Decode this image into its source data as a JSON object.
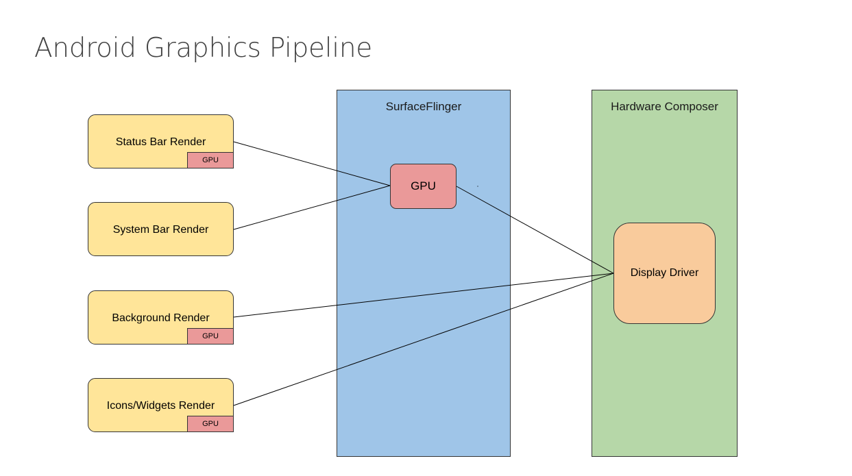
{
  "title": "Android Graphics Pipeline",
  "lanes": {
    "surfaceflinger": "SurfaceFlinger",
    "hardware_composer": "Hardware Composer"
  },
  "renders": [
    {
      "label": "Status Bar Render",
      "gpu": "GPU"
    },
    {
      "label": "System Bar Render"
    },
    {
      "label": "Background Render",
      "gpu": "GPU"
    },
    {
      "label": "Icons/Widgets Render",
      "gpu": "GPU"
    }
  ],
  "surfaceflinger_gpu": "GPU",
  "display_driver": "Display Driver",
  "colors": {
    "render_fill": "#ffe599",
    "gpu_fill": "#ea9999",
    "surfaceflinger_fill": "#9fc5e8",
    "hardware_composer_fill": "#b6d7a8",
    "display_driver_fill": "#f9cb9c"
  }
}
